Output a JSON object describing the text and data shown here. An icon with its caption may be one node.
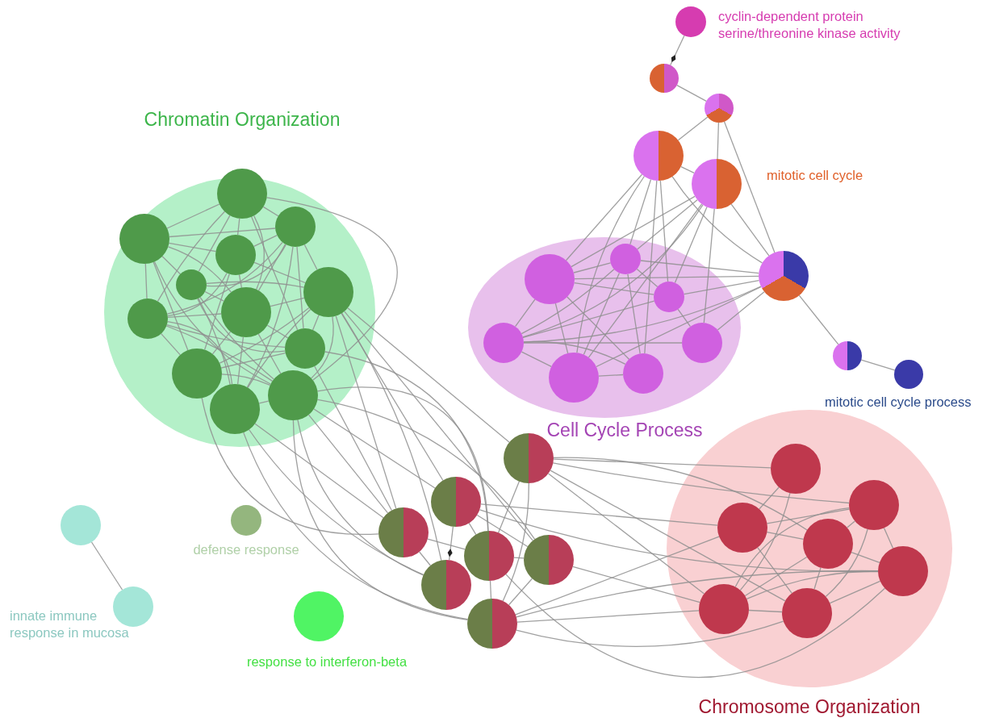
{
  "diagram": {
    "nodes": [
      {
        "text": [
          "Chromatin Organization"
        ]
      },
      {
        "text": [],
        "shape": "circle",
        "in": 0
      },
      {
        "text": [],
        "shape": "circle",
        "in": 0
      },
      {
        "text": [],
        "shape": "circle",
        "in": 0
      },
      {
        "text": [],
        "shape": "circle",
        "in": 0
      },
      {
        "text": [],
        "shape": "circle",
        "in": 0
      },
      {
        "text": [],
        "shape": "circle",
        "in": 0
      },
      {
        "text": [],
        "shape": "circle",
        "in": 0
      },
      {
        "text": [],
        "shape": "circle",
        "in": 0
      },
      {
        "text": [],
        "shape": "circle",
        "in": 0
      },
      {
        "text": [],
        "shape": "circle",
        "in": 0
      },
      {
        "text": [],
        "shape": "circle",
        "in": 0
      },
      {
        "text": [],
        "shape": "circle",
        "in": 0
      },
      {
        "text": [
          "Cell Cycle Process"
        ]
      },
      {
        "text": [],
        "shape": "circle",
        "in": 13
      },
      {
        "text": [],
        "shape": "circle",
        "in": 13
      },
      {
        "text": [],
        "shape": "circle",
        "in": 13
      },
      {
        "text": [],
        "shape": "circle",
        "in": 13
      },
      {
        "text": [],
        "shape": "circle",
        "in": 13
      },
      {
        "text": [],
        "shape": "circle",
        "in": 13
      },
      {
        "text": [],
        "shape": "circle",
        "in": 13
      },
      {
        "text": [],
        "shape": "circle",
        "beside": [
          "cyclin-dependent protein serine/threonine kinase activity"
        ]
      },
      {
        "text": [],
        "shape": "circle"
      },
      {
        "text": [],
        "shape": "circle"
      },
      {
        "text": [],
        "shape": "circle"
      },
      {
        "text": [],
        "shape": "circle",
        "beside": [
          "mitotic cell cycle"
        ]
      },
      {
        "text": [],
        "shape": "circle"
      },
      {
        "text": [],
        "shape": "circle"
      },
      {
        "text": [],
        "shape": "circle",
        "beside": [
          "mitotic cell cycle process"
        ]
      },
      {
        "text": [],
        "shape": "circle"
      },
      {
        "text": [],
        "shape": "circle"
      },
      {
        "text": [],
        "shape": "circle"
      },
      {
        "text": [],
        "shape": "circle"
      },
      {
        "text": [],
        "shape": "circle"
      },
      {
        "text": [],
        "shape": "circle"
      },
      {
        "text": [],
        "shape": "circle"
      },
      {
        "text": [
          "Chromosome Organization"
        ]
      },
      {
        "text": [],
        "shape": "circle",
        "in": 36
      },
      {
        "text": [],
        "shape": "circle",
        "in": 36
      },
      {
        "text": [],
        "shape": "circle",
        "in": 36
      },
      {
        "text": [],
        "shape": "circle",
        "in": 36
      },
      {
        "text": [],
        "shape": "circle",
        "in": 36
      },
      {
        "text": [],
        "shape": "circle",
        "in": 36
      },
      {
        "text": [],
        "shape": "circle",
        "in": 36
      },
      {
        "text": [],
        "shape": "circle"
      },
      {
        "text": [],
        "shape": "circle",
        "beside": [
          "innate immune response in mucosa"
        ]
      },
      {
        "text": [],
        "shape": "circle",
        "beside": [
          "defense response"
        ]
      },
      {
        "text": [],
        "shape": "circle",
        "beside": [
          "response to interferon-beta"
        ]
      }
    ],
    "edges": [
      {
        "from": 21,
        "to": 22,
        "arrow": "other"
      },
      {
        "from": 22,
        "to": 23,
        "arrow": "none"
      },
      {
        "from": 23,
        "to": 24,
        "arrow": "none"
      },
      {
        "from": 23,
        "to": 25,
        "arrow": "none"
      },
      {
        "from": 23,
        "to": 26,
        "arrow": "none"
      },
      {
        "from": 24,
        "to": 25,
        "arrow": "none"
      },
      {
        "from": 24,
        "to": 26,
        "arrow": "none"
      },
      {
        "from": 25,
        "to": 26,
        "arrow": "none"
      },
      {
        "from": 26,
        "to": 27,
        "arrow": "none"
      },
      {
        "from": 27,
        "to": 28,
        "arrow": "none"
      },
      {
        "from": 24,
        "to": 14,
        "arrow": "none"
      },
      {
        "from": 24,
        "to": 15,
        "arrow": "none"
      },
      {
        "from": 24,
        "to": 16,
        "arrow": "none"
      },
      {
        "from": 24,
        "to": 18,
        "arrow": "none"
      },
      {
        "from": 24,
        "to": 19,
        "arrow": "none"
      },
      {
        "from": 25,
        "to": 14,
        "arrow": "none"
      },
      {
        "from": 25,
        "to": 17,
        "arrow": "none"
      },
      {
        "from": 25,
        "to": 15,
        "arrow": "none"
      },
      {
        "from": 25,
        "to": 18,
        "arrow": "none"
      },
      {
        "from": 25,
        "to": 20,
        "arrow": "none"
      },
      {
        "from": 25,
        "to": 16,
        "arrow": "none"
      },
      {
        "from": 26,
        "to": 14,
        "arrow": "none"
      },
      {
        "from": 26,
        "to": 15,
        "arrow": "none"
      },
      {
        "from": 26,
        "to": 16,
        "arrow": "none"
      },
      {
        "from": 26,
        "to": 17,
        "arrow": "none"
      },
      {
        "from": 26,
        "to": 18,
        "arrow": "none"
      },
      {
        "from": 26,
        "to": 20,
        "arrow": "none"
      },
      {
        "from": 14,
        "to": 15,
        "arrow": "none"
      },
      {
        "from": 14,
        "to": 16,
        "arrow": "none"
      },
      {
        "from": 14,
        "to": 17,
        "arrow": "none"
      },
      {
        "from": 14,
        "to": 18,
        "arrow": "none"
      },
      {
        "from": 14,
        "to": 19,
        "arrow": "none"
      },
      {
        "from": 15,
        "to": 16,
        "arrow": "none"
      },
      {
        "from": 15,
        "to": 17,
        "arrow": "none"
      },
      {
        "from": 15,
        "to": 19,
        "arrow": "none"
      },
      {
        "from": 15,
        "to": 18,
        "arrow": "none"
      },
      {
        "from": 16,
        "to": 17,
        "arrow": "none"
      },
      {
        "from": 16,
        "to": 20,
        "arrow": "none"
      },
      {
        "from": 17,
        "to": 18,
        "arrow": "none"
      },
      {
        "from": 17,
        "to": 19,
        "arrow": "none"
      },
      {
        "from": 17,
        "to": 20,
        "arrow": "none"
      },
      {
        "from": 18,
        "to": 19,
        "arrow": "none"
      },
      {
        "from": 1,
        "to": 2,
        "arrow": "none"
      },
      {
        "from": 1,
        "to": 3,
        "arrow": "none"
      },
      {
        "from": 1,
        "to": 4,
        "arrow": "none"
      },
      {
        "from": 1,
        "to": 5,
        "arrow": "none"
      },
      {
        "from": 1,
        "to": 7,
        "arrow": "none"
      },
      {
        "from": 1,
        "to": 8,
        "arrow": "none"
      },
      {
        "from": 1,
        "to": 9,
        "arrow": "none"
      },
      {
        "from": 1,
        "to": 11,
        "arrow": "none"
      },
      {
        "from": 2,
        "to": 3,
        "arrow": "none"
      },
      {
        "from": 2,
        "to": 4,
        "arrow": "none"
      },
      {
        "from": 2,
        "to": 5,
        "arrow": "none"
      },
      {
        "from": 2,
        "to": 7,
        "arrow": "none"
      },
      {
        "from": 2,
        "to": 8,
        "arrow": "none"
      },
      {
        "from": 2,
        "to": 10,
        "arrow": "none"
      },
      {
        "from": 2,
        "to": 11,
        "arrow": "none"
      },
      {
        "from": 3,
        "to": 4,
        "arrow": "none"
      },
      {
        "from": 3,
        "to": 5,
        "arrow": "none"
      },
      {
        "from": 3,
        "to": 6,
        "arrow": "none"
      },
      {
        "from": 3,
        "to": 7,
        "arrow": "none"
      },
      {
        "from": 3,
        "to": 8,
        "arrow": "none"
      },
      {
        "from": 3,
        "to": 9,
        "arrow": "none"
      },
      {
        "from": 3,
        "to": 12,
        "arrow": "none"
      },
      {
        "from": 4,
        "to": 6,
        "arrow": "none"
      },
      {
        "from": 4,
        "to": 7,
        "arrow": "none"
      },
      {
        "from": 4,
        "to": 8,
        "arrow": "none"
      },
      {
        "from": 4,
        "to": 10,
        "arrow": "none"
      },
      {
        "from": 5,
        "to": 6,
        "arrow": "none"
      },
      {
        "from": 5,
        "to": 8,
        "arrow": "none"
      },
      {
        "from": 5,
        "to": 9,
        "arrow": "none"
      },
      {
        "from": 5,
        "to": 11,
        "arrow": "none"
      },
      {
        "from": 5,
        "to": 12,
        "arrow": "none"
      },
      {
        "from": 6,
        "to": 8,
        "arrow": "none"
      },
      {
        "from": 6,
        "to": 9,
        "arrow": "none"
      },
      {
        "from": 6,
        "to": 10,
        "arrow": "none"
      },
      {
        "from": 6,
        "to": 11,
        "arrow": "none"
      },
      {
        "from": 6,
        "to": 12,
        "arrow": "none"
      },
      {
        "from": 7,
        "to": 8,
        "arrow": "none"
      },
      {
        "from": 7,
        "to": 9,
        "arrow": "none"
      },
      {
        "from": 7,
        "to": 10,
        "arrow": "none"
      },
      {
        "from": 7,
        "to": 11,
        "arrow": "none"
      },
      {
        "from": 7,
        "to": 12,
        "arrow": "none"
      },
      {
        "from": 8,
        "to": 9,
        "arrow": "none"
      },
      {
        "from": 8,
        "to": 10,
        "arrow": "none"
      },
      {
        "from": 8,
        "to": 11,
        "arrow": "none"
      },
      {
        "from": 8,
        "to": 12,
        "arrow": "none"
      },
      {
        "from": 9,
        "to": 10,
        "arrow": "none"
      },
      {
        "from": 10,
        "to": 11,
        "arrow": "none"
      },
      {
        "from": 11,
        "to": 12,
        "arrow": "none"
      },
      {
        "from": 6,
        "to": 29,
        "arrow": "none"
      },
      {
        "from": 6,
        "to": 30,
        "arrow": "none"
      },
      {
        "from": 6,
        "to": 31,
        "arrow": "none"
      },
      {
        "from": 6,
        "to": 33,
        "arrow": "none"
      },
      {
        "from": 6,
        "to": 34,
        "arrow": "none"
      },
      {
        "from": 9,
        "to": 31,
        "arrow": "none"
      },
      {
        "from": 9,
        "to": 32,
        "arrow": "none"
      },
      {
        "from": 10,
        "to": 31,
        "arrow": "none"
      },
      {
        "from": 11,
        "to": 30,
        "arrow": "none"
      },
      {
        "from": 11,
        "to": 31,
        "arrow": "none"
      },
      {
        "from": 11,
        "to": 32,
        "arrow": "none"
      },
      {
        "from": 11,
        "to": 33,
        "arrow": "none"
      },
      {
        "from": 11,
        "to": 34,
        "arrow": "none"
      },
      {
        "from": 11,
        "to": 35,
        "arrow": "none"
      },
      {
        "from": 12,
        "to": 31,
        "arrow": "none"
      },
      {
        "from": 12,
        "to": 34,
        "arrow": "none"
      },
      {
        "from": 12,
        "to": 35,
        "arrow": "none"
      },
      {
        "from": 29,
        "to": 32,
        "arrow": "none"
      },
      {
        "from": 29,
        "to": 35,
        "arrow": "none"
      },
      {
        "from": 30,
        "to": 32,
        "arrow": "none"
      },
      {
        "from": 30,
        "to": 34,
        "arrow": "other"
      },
      {
        "from": 30,
        "to": 33,
        "arrow": "none"
      },
      {
        "from": 31,
        "to": 32,
        "arrow": "none"
      },
      {
        "from": 31,
        "to": 34,
        "arrow": "none"
      },
      {
        "from": 32,
        "to": 33,
        "arrow": "none"
      },
      {
        "from": 32,
        "to": 35,
        "arrow": "none"
      },
      {
        "from": 33,
        "to": 35,
        "arrow": "none"
      },
      {
        "from": 29,
        "to": 37,
        "arrow": "none"
      },
      {
        "from": 29,
        "to": 38,
        "arrow": "none"
      },
      {
        "from": 29,
        "to": 40,
        "arrow": "none"
      },
      {
        "from": 29,
        "to": 42,
        "arrow": "none"
      },
      {
        "from": 29,
        "to": 43,
        "arrow": "none"
      },
      {
        "from": 30,
        "to": 39,
        "arrow": "none"
      },
      {
        "from": 30,
        "to": 41,
        "arrow": "none"
      },
      {
        "from": 32,
        "to": 41,
        "arrow": "none"
      },
      {
        "from": 33,
        "to": 42,
        "arrow": "none"
      },
      {
        "from": 35,
        "to": 39,
        "arrow": "none"
      },
      {
        "from": 35,
        "to": 41,
        "arrow": "none"
      },
      {
        "from": 35,
        "to": 42,
        "arrow": "none"
      },
      {
        "from": 35,
        "to": 43,
        "arrow": "none"
      },
      {
        "from": 37,
        "to": 39,
        "arrow": "none"
      },
      {
        "from": 37,
        "to": 42,
        "arrow": "none"
      },
      {
        "from": 39,
        "to": 38,
        "arrow": "none"
      },
      {
        "from": 39,
        "to": 40,
        "arrow": "none"
      },
      {
        "from": 39,
        "to": 43,
        "arrow": "none"
      },
      {
        "from": 38,
        "to": 40,
        "arrow": "none"
      },
      {
        "from": 38,
        "to": 41,
        "arrow": "none"
      },
      {
        "from": 38,
        "to": 42,
        "arrow": "none"
      },
      {
        "from": 38,
        "to": 43,
        "arrow": "none"
      },
      {
        "from": 40,
        "to": 41,
        "arrow": "none"
      },
      {
        "from": 40,
        "to": 43,
        "arrow": "none"
      },
      {
        "from": 40,
        "to": 42,
        "arrow": "none"
      },
      {
        "from": 42,
        "to": 43,
        "arrow": "none"
      },
      {
        "from": 41,
        "to": 43,
        "arrow": "none"
      },
      {
        "from": 41,
        "to": 42,
        "arrow": "none"
      },
      {
        "from": 44,
        "to": 45,
        "arrow": "none"
      }
    ]
  }
}
